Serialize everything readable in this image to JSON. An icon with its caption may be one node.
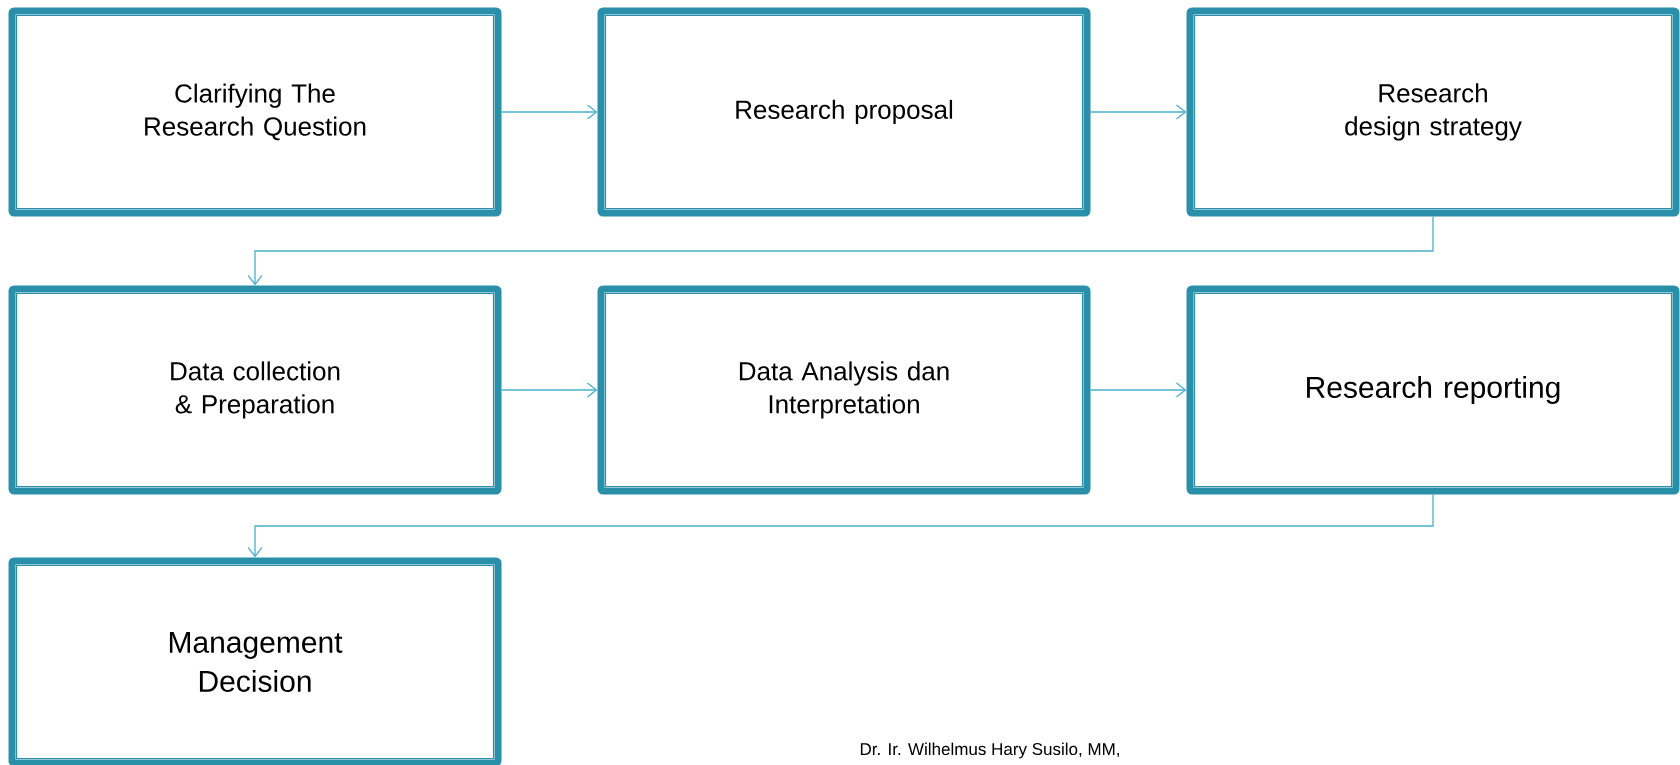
{
  "diagram": {
    "nodes": [
      {
        "text": [
          "Clarifying The Research Question"
        ]
      },
      {
        "text": [
          "Research proposal"
        ]
      },
      {
        "text": [
          "Research design strategy"
        ]
      },
      {
        "text": [
          "Data collection & Preparation"
        ]
      },
      {
        "text": [
          "Data Analysis dan Interpretation"
        ]
      },
      {
        "text": [
          "Research reporting"
        ]
      },
      {
        "text": [
          "Management Decision"
        ]
      }
    ],
    "edges": [
      {
        "from": 0,
        "to": 1,
        "arrow": "to"
      },
      {
        "from": 1,
        "to": 2,
        "arrow": "to"
      },
      {
        "from": 2,
        "to": 3,
        "arrow": "to"
      },
      {
        "from": 3,
        "to": 4,
        "arrow": "to"
      },
      {
        "from": 4,
        "to": 5,
        "arrow": "to"
      },
      {
        "from": 5,
        "to": 6,
        "arrow": "to"
      }
    ],
    "labels": [
      "Dr. Ir. Wilhelmus Hary Susilo, MM,"
    ]
  }
}
